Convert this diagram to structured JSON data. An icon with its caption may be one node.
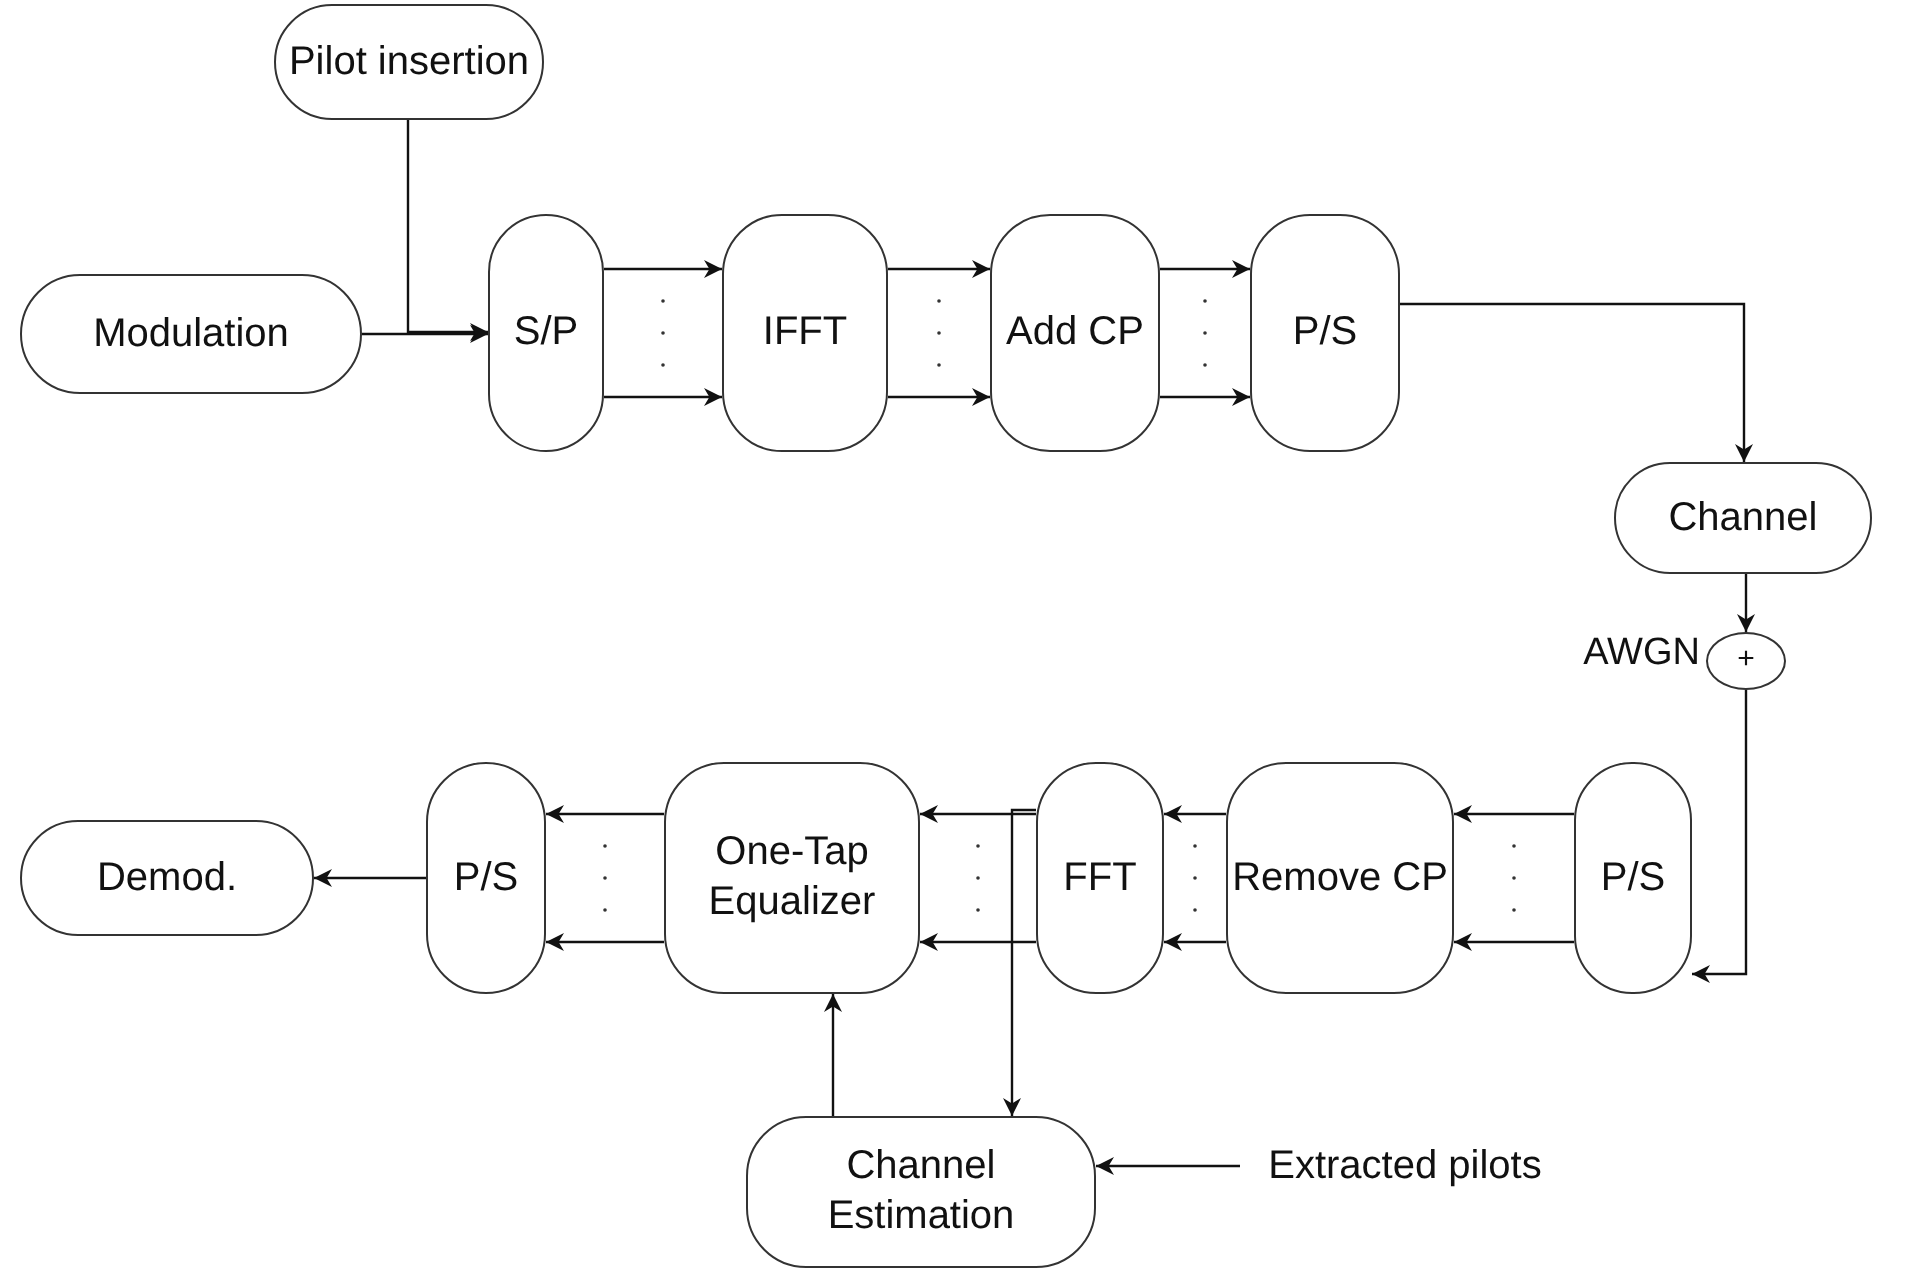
{
  "diagram": {
    "nodes": [
      {
        "text": [
          "Pilot insertion"
        ]
      },
      {
        "text": [
          "Modulation"
        ]
      },
      {
        "text": [
          "S/P"
        ]
      },
      {
        "text": [
          "IFFT"
        ]
      },
      {
        "text": [
          "Add CP"
        ]
      },
      {
        "text": [
          "P/S"
        ]
      },
      {
        "text": [
          "Channel"
        ]
      },
      {
        "text": [
          "+"
        ],
        "beside": [
          "AWGN"
        ]
      },
      {
        "text": [
          "P/S"
        ]
      },
      {
        "text": [
          "Remove CP"
        ]
      },
      {
        "text": [
          "FFT"
        ]
      },
      {
        "text": [
          "One-Tap Equalizer"
        ]
      },
      {
        "text": [
          "P/S"
        ]
      },
      {
        "text": [
          "Demod."
        ]
      },
      {
        "text": [
          "Channel Estimation"
        ]
      },
      {
        "text": [
          "Extracted pilots"
        ]
      }
    ],
    "edges": [
      {
        "from": 0,
        "to": 2,
        "arrow": "to"
      },
      {
        "from": 1,
        "to": 2,
        "arrow": "to"
      },
      {
        "from": 2,
        "to": 3,
        "arrow": "to"
      },
      {
        "from": 2,
        "to": 3,
        "arrow": "to"
      },
      {
        "from": 3,
        "to": 4,
        "arrow": "to"
      },
      {
        "from": 3,
        "to": 4,
        "arrow": "to"
      },
      {
        "from": 4,
        "to": 5,
        "arrow": "to"
      },
      {
        "from": 4,
        "to": 5,
        "arrow": "to"
      },
      {
        "from": 5,
        "to": 6,
        "arrow": "to"
      },
      {
        "from": 6,
        "to": 7,
        "arrow": "to"
      },
      {
        "from": 7,
        "to": 8,
        "arrow": "to"
      },
      {
        "from": 8,
        "to": 9,
        "arrow": "to"
      },
      {
        "from": 8,
        "to": 9,
        "arrow": "to"
      },
      {
        "from": 9,
        "to": 10,
        "arrow": "to"
      },
      {
        "from": 9,
        "to": 10,
        "arrow": "to"
      },
      {
        "from": 10,
        "to": 11,
        "arrow": "to"
      },
      {
        "from": 10,
        "to": 11,
        "arrow": "to"
      },
      {
        "from": 10,
        "to": 14,
        "arrow": "to"
      },
      {
        "from": 14,
        "to": 11,
        "arrow": "to"
      },
      {
        "from": 11,
        "to": 12,
        "arrow": "to"
      },
      {
        "from": 11,
        "to": 12,
        "arrow": "to"
      },
      {
        "from": 12,
        "to": 13,
        "arrow": "to"
      },
      {
        "from": 15,
        "to": 14,
        "arrow": "to"
      }
    ]
  }
}
